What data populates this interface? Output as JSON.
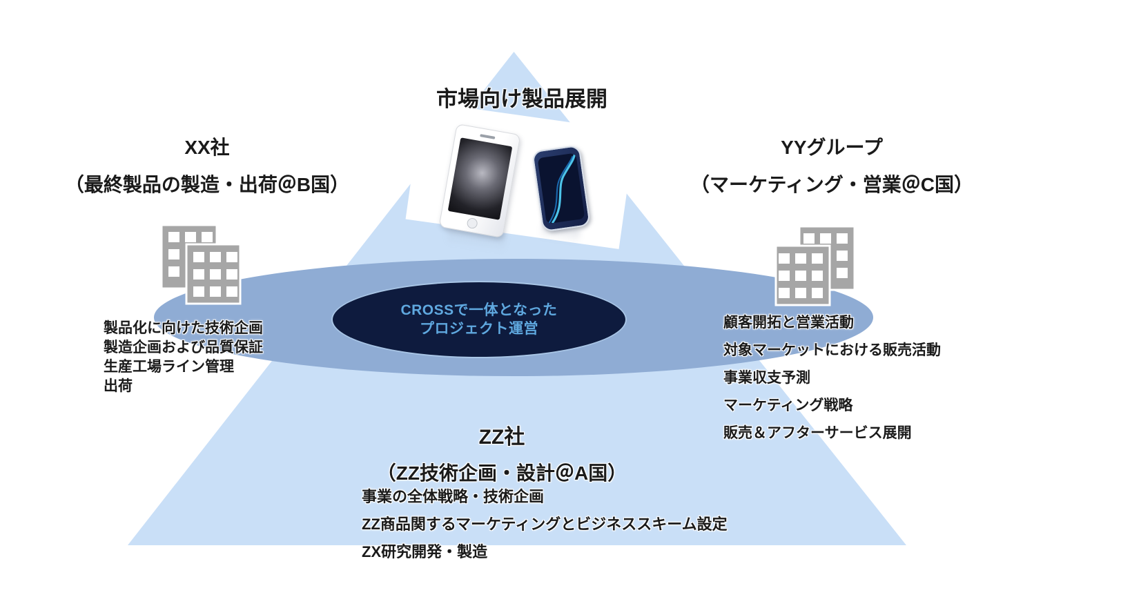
{
  "diagram": {
    "title": "市場向け製品展開",
    "core": {
      "line1": "CROSSで一体となった",
      "line2": "プロジェクト運営"
    },
    "companies": {
      "xx": {
        "name": "XX社",
        "role": "（最終製品の製造・出荷＠B国）",
        "tasks": [
          "製品化に向けた技術企画",
          "製造企画および品質保証",
          "生産工場ライン管理",
          "出荷"
        ]
      },
      "yy": {
        "name": "YYグループ",
        "role": "（マーケティング・営業＠C国）",
        "tasks": [
          "顧客開拓と営業活動",
          "対象マーケットにおける販売活動",
          "事業収支予測",
          "マーケティング戦略",
          "販売＆アフターサービス展開"
        ]
      },
      "zz": {
        "name": "ZZ社",
        "role": "（ZZ技術企画・設計＠A国）",
        "tasks": [
          "事業の全体戦略・技術企画",
          "ZZ商品関するマーケティングとビジネススキーム設定",
          "ZX研究開発・製造"
        ]
      }
    },
    "colors": {
      "triangle": "#C9DFF7",
      "band_ellipse": "#8FACD4",
      "core_ellipse": "#0E1B3E",
      "core_border": "#A9C6E6",
      "core_text": "#5FA8DF",
      "building": "#A6A6A6",
      "label_text": "#1A1A1A"
    },
    "icons": {
      "left": "building-icon",
      "right": "building-icon",
      "top": "smartphones-image"
    }
  }
}
